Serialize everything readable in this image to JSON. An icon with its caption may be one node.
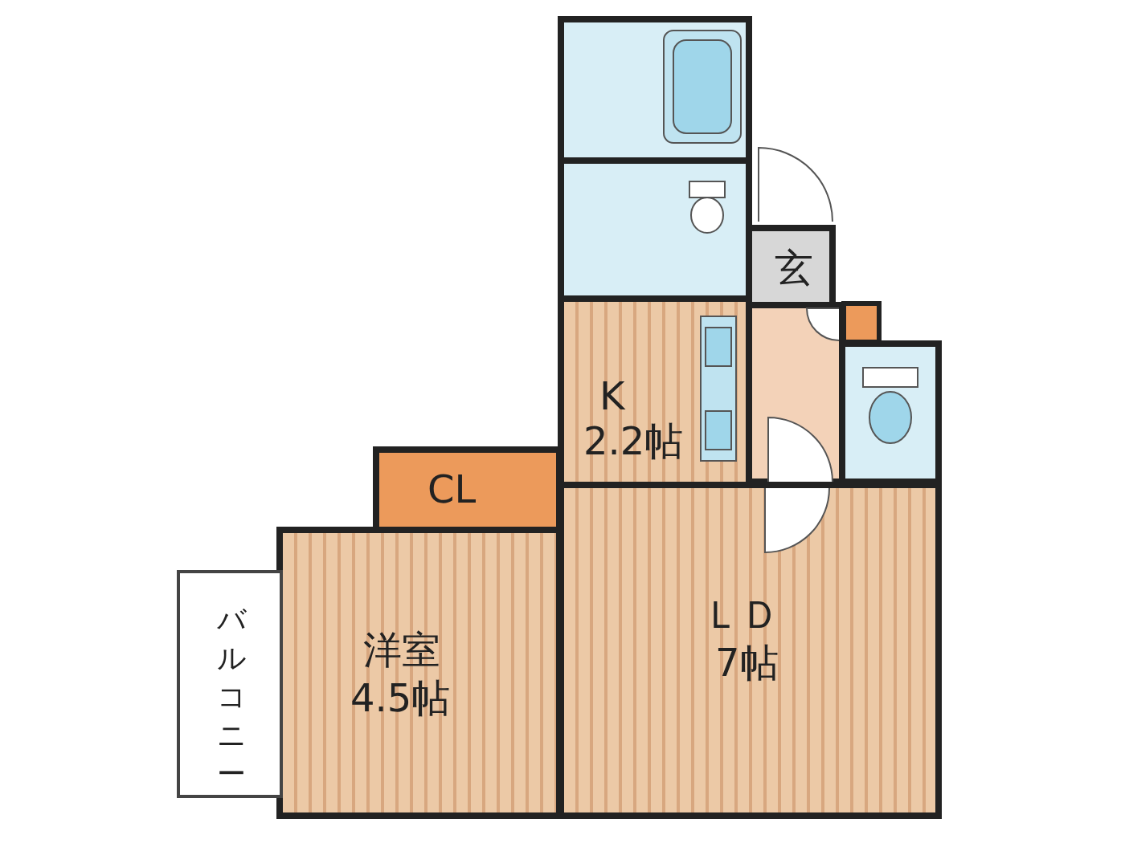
{
  "diagram": {
    "nodes": [
      {
        "text": [],
        "shape": "box"
      },
      {
        "text": [],
        "shape": "box"
      },
      {
        "text": [
          "玄"
        ]
      },
      {
        "text": [],
        "shape": "box"
      },
      {
        "text": [],
        "shape": "box"
      },
      {
        "text": [
          "K",
          "2.2帖"
        ]
      },
      {
        "text": [
          "CL"
        ]
      },
      {
        "text": [
          "洋室",
          "4.5帖"
        ]
      },
      {
        "text": [
          "ＬＤ",
          "7帖"
        ]
      },
      {
        "text": [
          "バルコニー"
        ]
      }
    ],
    "edges": []
  }
}
